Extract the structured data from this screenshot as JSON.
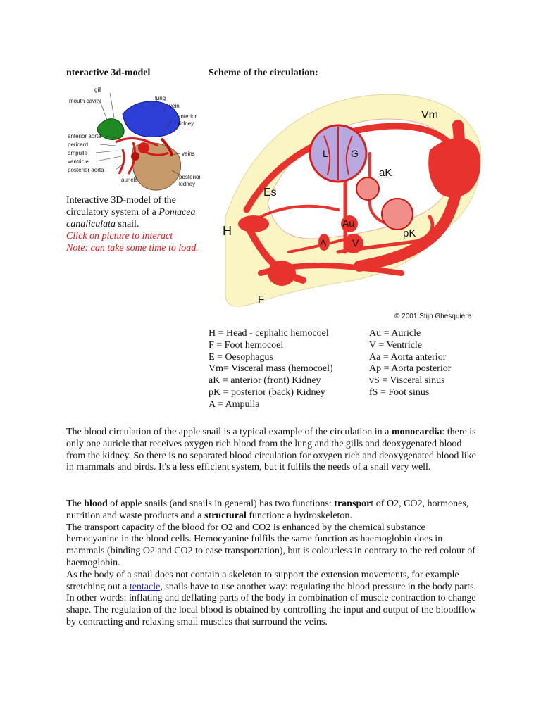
{
  "headings": {
    "left": "nteractive 3d-model",
    "right": "Scheme of the circulation:"
  },
  "model_labels": {
    "gill": "gill",
    "mouth_cavity": "mouth cavity",
    "lung": "lung",
    "vein": "vein",
    "anterior_kidney_1": "anterior",
    "anterior_kidney_2": "kidney",
    "anterior_aorta": "anterior aorta",
    "pericard": "pericard",
    "ampulla": "ampulla",
    "ventricle": "ventricle",
    "posterior_aorta": "posterior aorta",
    "auricle": "auricle",
    "veins": "veins",
    "posterior_kidney_1": "posterior",
    "posterior_kidney_2": "kidney"
  },
  "caption": {
    "line1": "Interactive 3D-model of the circulatory system of a ",
    "species": "Pomacea canaliculata",
    "line2": " snail.",
    "click": "Click on picture to interact",
    "note": "Note: can take some time to load."
  },
  "scheme_labels": {
    "vm": "Vm",
    "l": "L",
    "g": "G",
    "ak": "aK",
    "es": "Es",
    "h": "H",
    "au": "Au",
    "pk": "pK",
    "a": "A",
    "v": "V",
    "f": "F",
    "copyright": "© 2001 Stijn Ghesquiere"
  },
  "legend": {
    "left": [
      "H = Head - cephalic hemocoel",
      "F = Foot hemocoel",
      "E = Oesophagus",
      "Vm= Visceral mass (hemocoel)",
      "aK = anterior (front) Kidney",
      "pK = posterior (back) Kidney",
      "A = Ampulla"
    ],
    "right": [
      "Au = Auricle",
      "V = Ventricle",
      "Aa = Aorta anterior",
      "Ap = Aorta posterior",
      "vS = Visceral sinus",
      "fS = Foot sinus"
    ]
  },
  "para1": {
    "t1": "The blood circulation of the apple snail is a typical example of the circulation in a ",
    "b1": "monocardia",
    "t2": ": there is only one auricle that receives oxygen rich blood from the lung and the gills and deoxygenated blood from the kidney. So there is no separated blood circulation for oxygen rich and deoxygenated blood like in mammals and birds. It's a less efficient system, but it fulfils the needs of a snail very well."
  },
  "para2": {
    "t1": "The ",
    "b1": "blood",
    "t2": " of apple snails (and snails in general) has two functions: ",
    "b2": "transpor",
    "t3": "t of O2, CO2, hormones, nutrition and waste products and a ",
    "b3": "structural",
    "t4": " function: a hydroskeleton.",
    "s2": "The transport capacity of the blood  for O2 and CO2 is enhanced by the chemical substance hemocyanine in the blood cells. Hemocyanine fulfils the same function as haemoglobin does in mammals (binding O2 and CO2 to ease transportation), but is colourless in contrary to the red colour of haemoglobin.",
    "s3a": "As the body of a snail does not contain a skeleton to support the extension movements, for example stretching out a ",
    "link": "tentacle",
    "s3b": ", snails have to use another way: regulating the blood pressure in the body parts. In other words: inflating and deflating parts of the body in combination of muscle contraction to change shape. The regulation of the local blood is obtained by controlling the input and output of the bloodflow by contracting and relaxing small muscles that surround the veins."
  },
  "colors": {
    "blood_red": "#e8322e",
    "body_cream": "#fbf5c3",
    "lung_purple": "#7b5bb8",
    "link_blue": "#1a1aee",
    "note_red": "#dd1111"
  }
}
